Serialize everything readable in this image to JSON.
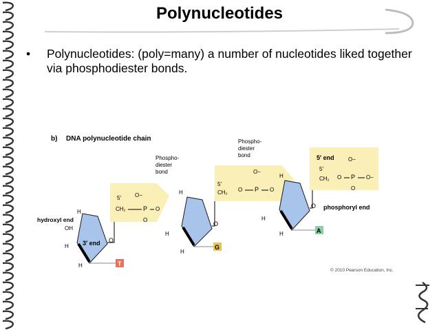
{
  "slide": {
    "title": "Polynucleotides",
    "bullet_symbol": "•",
    "bullet_text": "Polynucleotides: (poly=many) a number of nucleotides liked together via phosphodiester bonds."
  },
  "figure": {
    "caption_letter": "b)",
    "caption_title": "DNA polynucleotide chain",
    "phosphodiester_label_1": [
      "Phospho-",
      "diester",
      "bond"
    ],
    "phosphodiester_label_2": [
      "Phospho-",
      "diester",
      "bond"
    ],
    "hydroxyl_end": "hydroxyl end",
    "three_prime_end": "3′ end",
    "five_prime_end": "5′ end",
    "phosphoryl_end": "phosphoryl end",
    "bases": [
      "T",
      "G",
      "A"
    ],
    "base_colors": {
      "T": "#e8705c",
      "G": "#e6c65a",
      "A": "#8ccfa6"
    },
    "copyright": "© 2010 Pearson Education, Inc.",
    "atoms": {
      "O": "O",
      "P": "P",
      "H": "H",
      "OH": "OH",
      "O_minus": "O−",
      "CH2": "CH₂",
      "five_prime": "5′",
      "three_prime": "3′",
      "bond": "—",
      "double_bond": "="
    }
  }
}
